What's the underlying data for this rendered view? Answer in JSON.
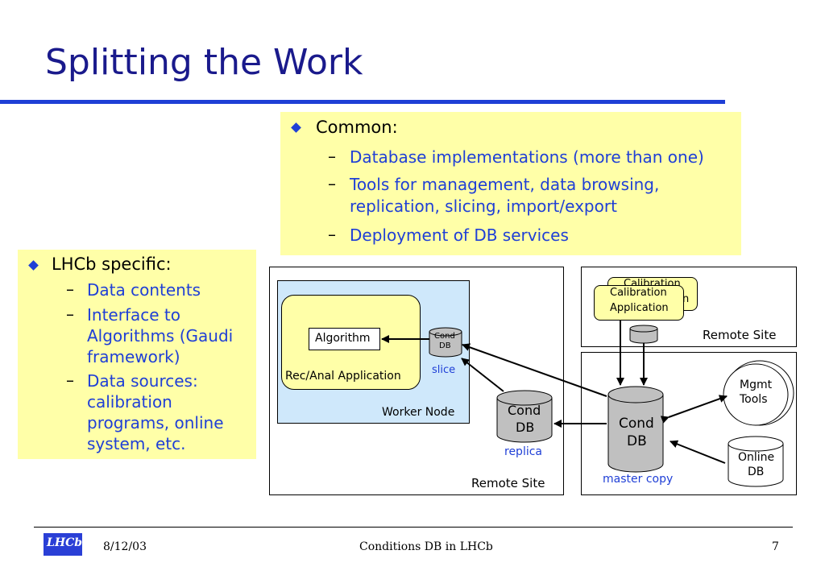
{
  "slide": {
    "title": "Splitting the Work"
  },
  "common_box": {
    "heading": "Common:",
    "items": [
      "Database implementations (more than one)",
      "Tools for management, data browsing,",
      "replication, slicing, import/export",
      "Deployment of DB services"
    ]
  },
  "lhcb_box": {
    "heading": "LHCb specific:",
    "items": [
      "Data contents",
      "Interface to",
      "Algorithms (Gaudi",
      "framework)",
      "Data sources:",
      "calibration",
      "programs, online",
      "system, etc."
    ]
  },
  "diagram": {
    "algorithm": "Algorithm",
    "rec_app": "Rec/Anal Application",
    "slice_db_line1": "Cond",
    "slice_db_line2": "DB",
    "slice_label": "slice",
    "worker_node": "Worker Node",
    "replica_db_line1": "Cond",
    "replica_db_line2": "DB",
    "replica_label": "replica",
    "remote_site_left": "Remote Site",
    "calib_back": "Calibration",
    "calib_back_fragment": "n",
    "calib_front_line1": "Calibration",
    "calib_front_line2": "Application",
    "remote_site_top": "Remote Site",
    "master_db_line1": "Cond",
    "master_db_line2": "DB",
    "master_label": "master copy",
    "mgmt_line1": "Mgmt",
    "mgmt_line2": "Tools",
    "online_line1": "Online",
    "online_line2": "DB"
  },
  "footer": {
    "logo": "LHCb",
    "date": "8/12/03",
    "center": "Conditions DB in LHCb",
    "page": "7"
  },
  "colors": {
    "title_blue": "#1a1a8c",
    "accent_blue": "#1f3fd6",
    "yellow": "#ffffa8",
    "light_blue": "#cfe8fb",
    "cylinder_grey": "#c0c0c0"
  }
}
